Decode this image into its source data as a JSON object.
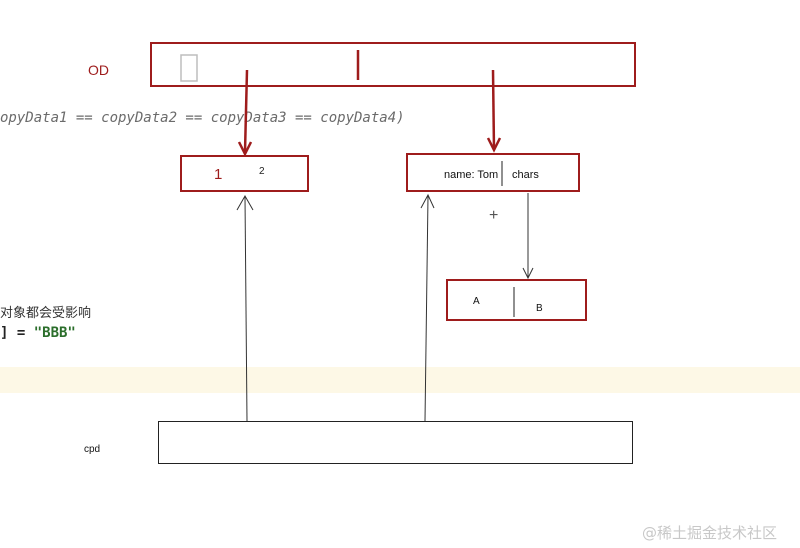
{
  "code": {
    "line1": "opyData1 == copyData2 == copyData3 == copyData4)",
    "line2": "对象都会受影响",
    "line3_prefix": "] = ",
    "line3_string": "\"BBB\""
  },
  "diagram": {
    "od_label": "OD",
    "cpd_label": "cpd",
    "box1": {
      "v1": "1",
      "v2": "2"
    },
    "box2": {
      "name": "name: Tom",
      "chars": "chars"
    },
    "box3": {
      "a": "A",
      "b": "B"
    },
    "plus": "+"
  },
  "watermark": "@稀土掘金技术社区",
  "colors": {
    "accent_red": "#9e1c1c",
    "string_green": "#2b6e2b",
    "highlight": "#fdf8e6"
  }
}
